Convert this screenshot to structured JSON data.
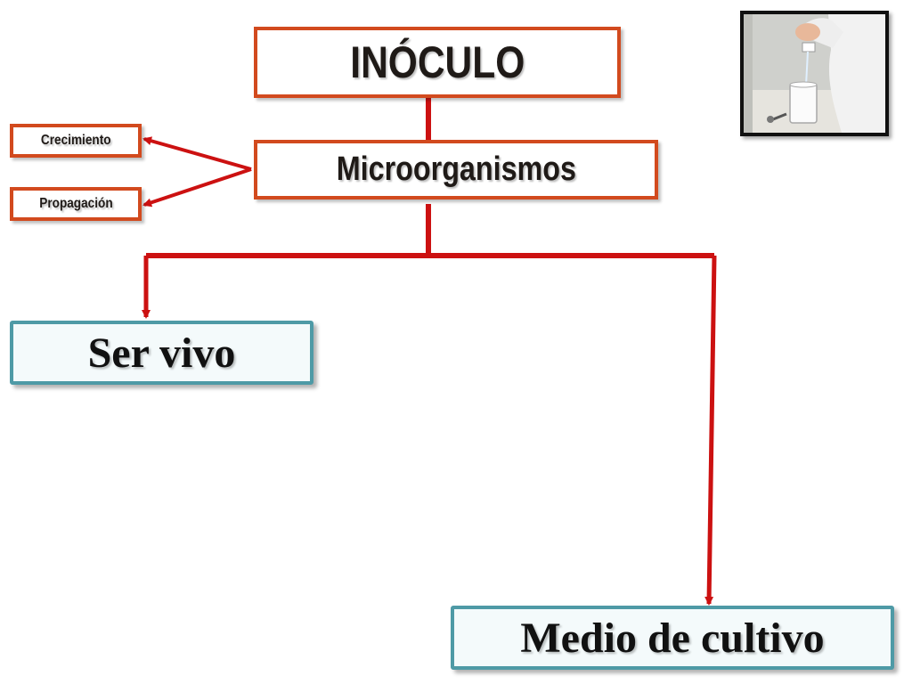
{
  "diagram": {
    "root": "INÓCULO",
    "child": "Microorganismos",
    "side_items": [
      "Crecimiento",
      "Propagación"
    ],
    "branches": [
      "Ser vivo",
      "Medio de cultivo"
    ]
  },
  "photo": {
    "icon": "lab-photo-icon"
  },
  "colors": {
    "orange_border": "#d24a1e",
    "teal_border": "#4e9aa6",
    "connector": "#cc1111"
  }
}
